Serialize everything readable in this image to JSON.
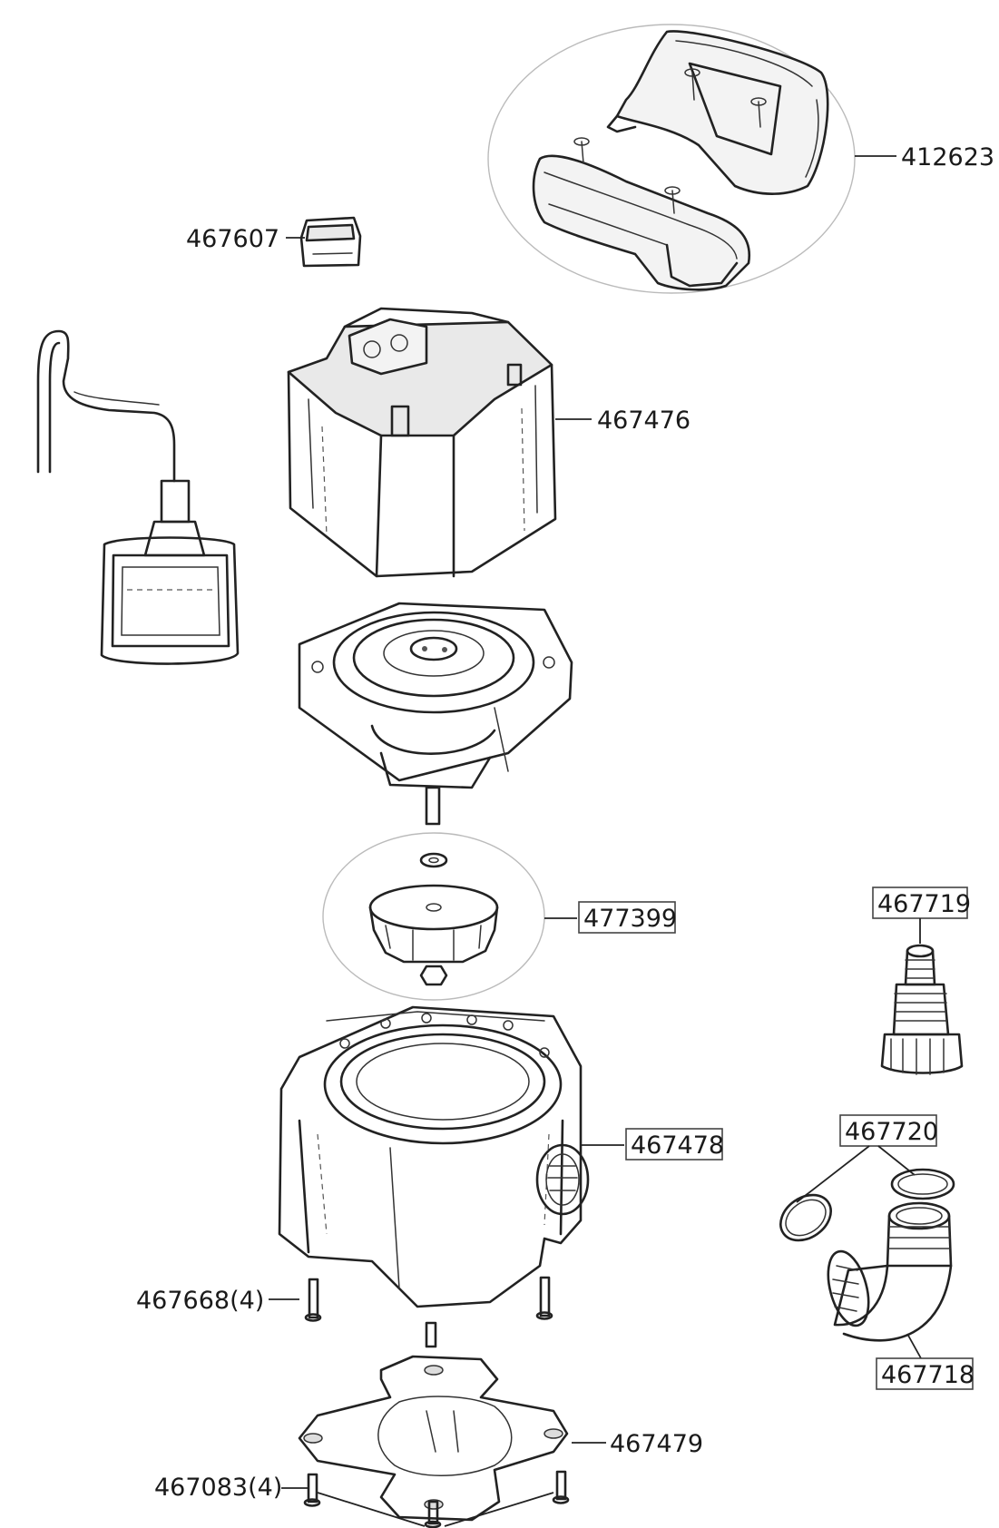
{
  "diagram": {
    "type": "exploded-parts-view",
    "labels": {
      "p412623": "412623",
      "p467607": "467607",
      "p467476": "467476",
      "p477399": "477399",
      "p467719": "467719",
      "p467478": "467478",
      "p467720": "467720",
      "p467668": "467668(4)",
      "p467718": "467718",
      "p467479": "467479",
      "p467083": "467083(4)"
    },
    "colors": {
      "line": "#222222",
      "part_fill": "#ffffff",
      "shade": "#e9e9e9",
      "boxed_label_border": "#444444"
    }
  }
}
